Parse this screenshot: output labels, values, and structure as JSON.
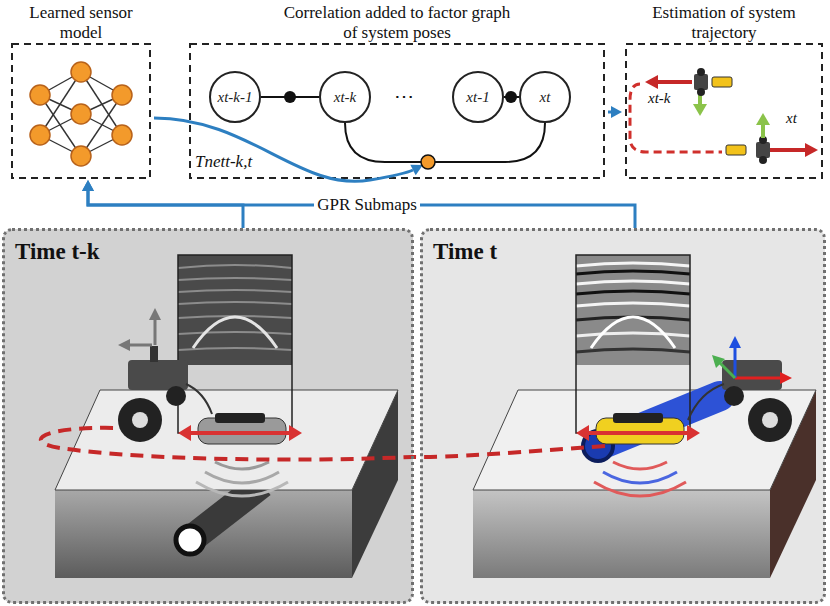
{
  "diagram": {
    "nodes": [
      {
        "text": [
          "Learned sensor model"
        ]
      },
      {
        "text": [
          "Correlation added to factor graph of system poses"
        ]
      },
      {
        "text": [
          "xt-k-1"
        ],
        "in": 1
      },
      {
        "text": [
          "xt-k"
        ],
        "in": 1
      },
      {
        "text": [
          "xt-1"
        ],
        "in": 1
      },
      {
        "text": [
          "xt"
        ],
        "in": 1
      },
      {
        "text": [
          "Estimation of system trajectory"
        ]
      },
      {
        "text": [
          "Time t-k"
        ]
      },
      {
        "text": [
          "Time t"
        ]
      }
    ],
    "edges": [
      {
        "from": 2,
        "to": 3,
        "arrow": "none"
      },
      {
        "from": 4,
        "to": 5,
        "arrow": "none"
      },
      {
        "from": 3,
        "to": 5,
        "arrow": "none"
      },
      {
        "from": 0,
        "to": 1,
        "arrow": "to",
        "label": "Tnett-k,t"
      },
      {
        "from": 1,
        "to": 6,
        "arrow": "to"
      },
      {
        "from": 7,
        "to": 0,
        "arrow": "to",
        "label": "GPR Submaps"
      },
      {
        "from": 8,
        "to": 0,
        "arrow": "to"
      }
    ],
    "labels": [
      "⋯",
      "xt-k",
      "xt"
    ]
  }
}
